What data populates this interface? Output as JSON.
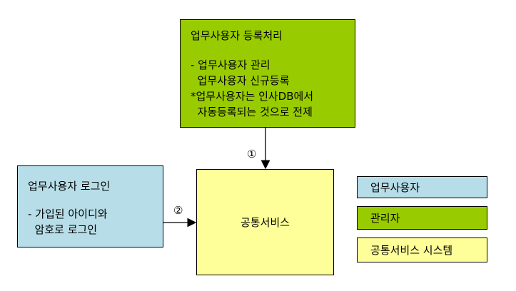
{
  "colors": {
    "admin": "#99CC00",
    "user": "#B7DEE8",
    "system": "#FFFF99"
  },
  "admin_box": {
    "title": "업무사용자 등록처리",
    "lines": [
      "- 업무사용자 관리",
      "  업무사용자 신규등록",
      "*업무사용자는 인사DB에서",
      "  자동등록되는 것으로 전제"
    ]
  },
  "user_box": {
    "title": "업무사용자 로그인",
    "lines": [
      "- 가입된 아이디와",
      "  암호로 로그인"
    ]
  },
  "system_box": {
    "title": "공통서비스"
  },
  "arrows": {
    "one": "①",
    "two": "②"
  },
  "legend": {
    "user": "업무사용자",
    "admin": "관리자",
    "system": "공통서비스 시스템"
  }
}
